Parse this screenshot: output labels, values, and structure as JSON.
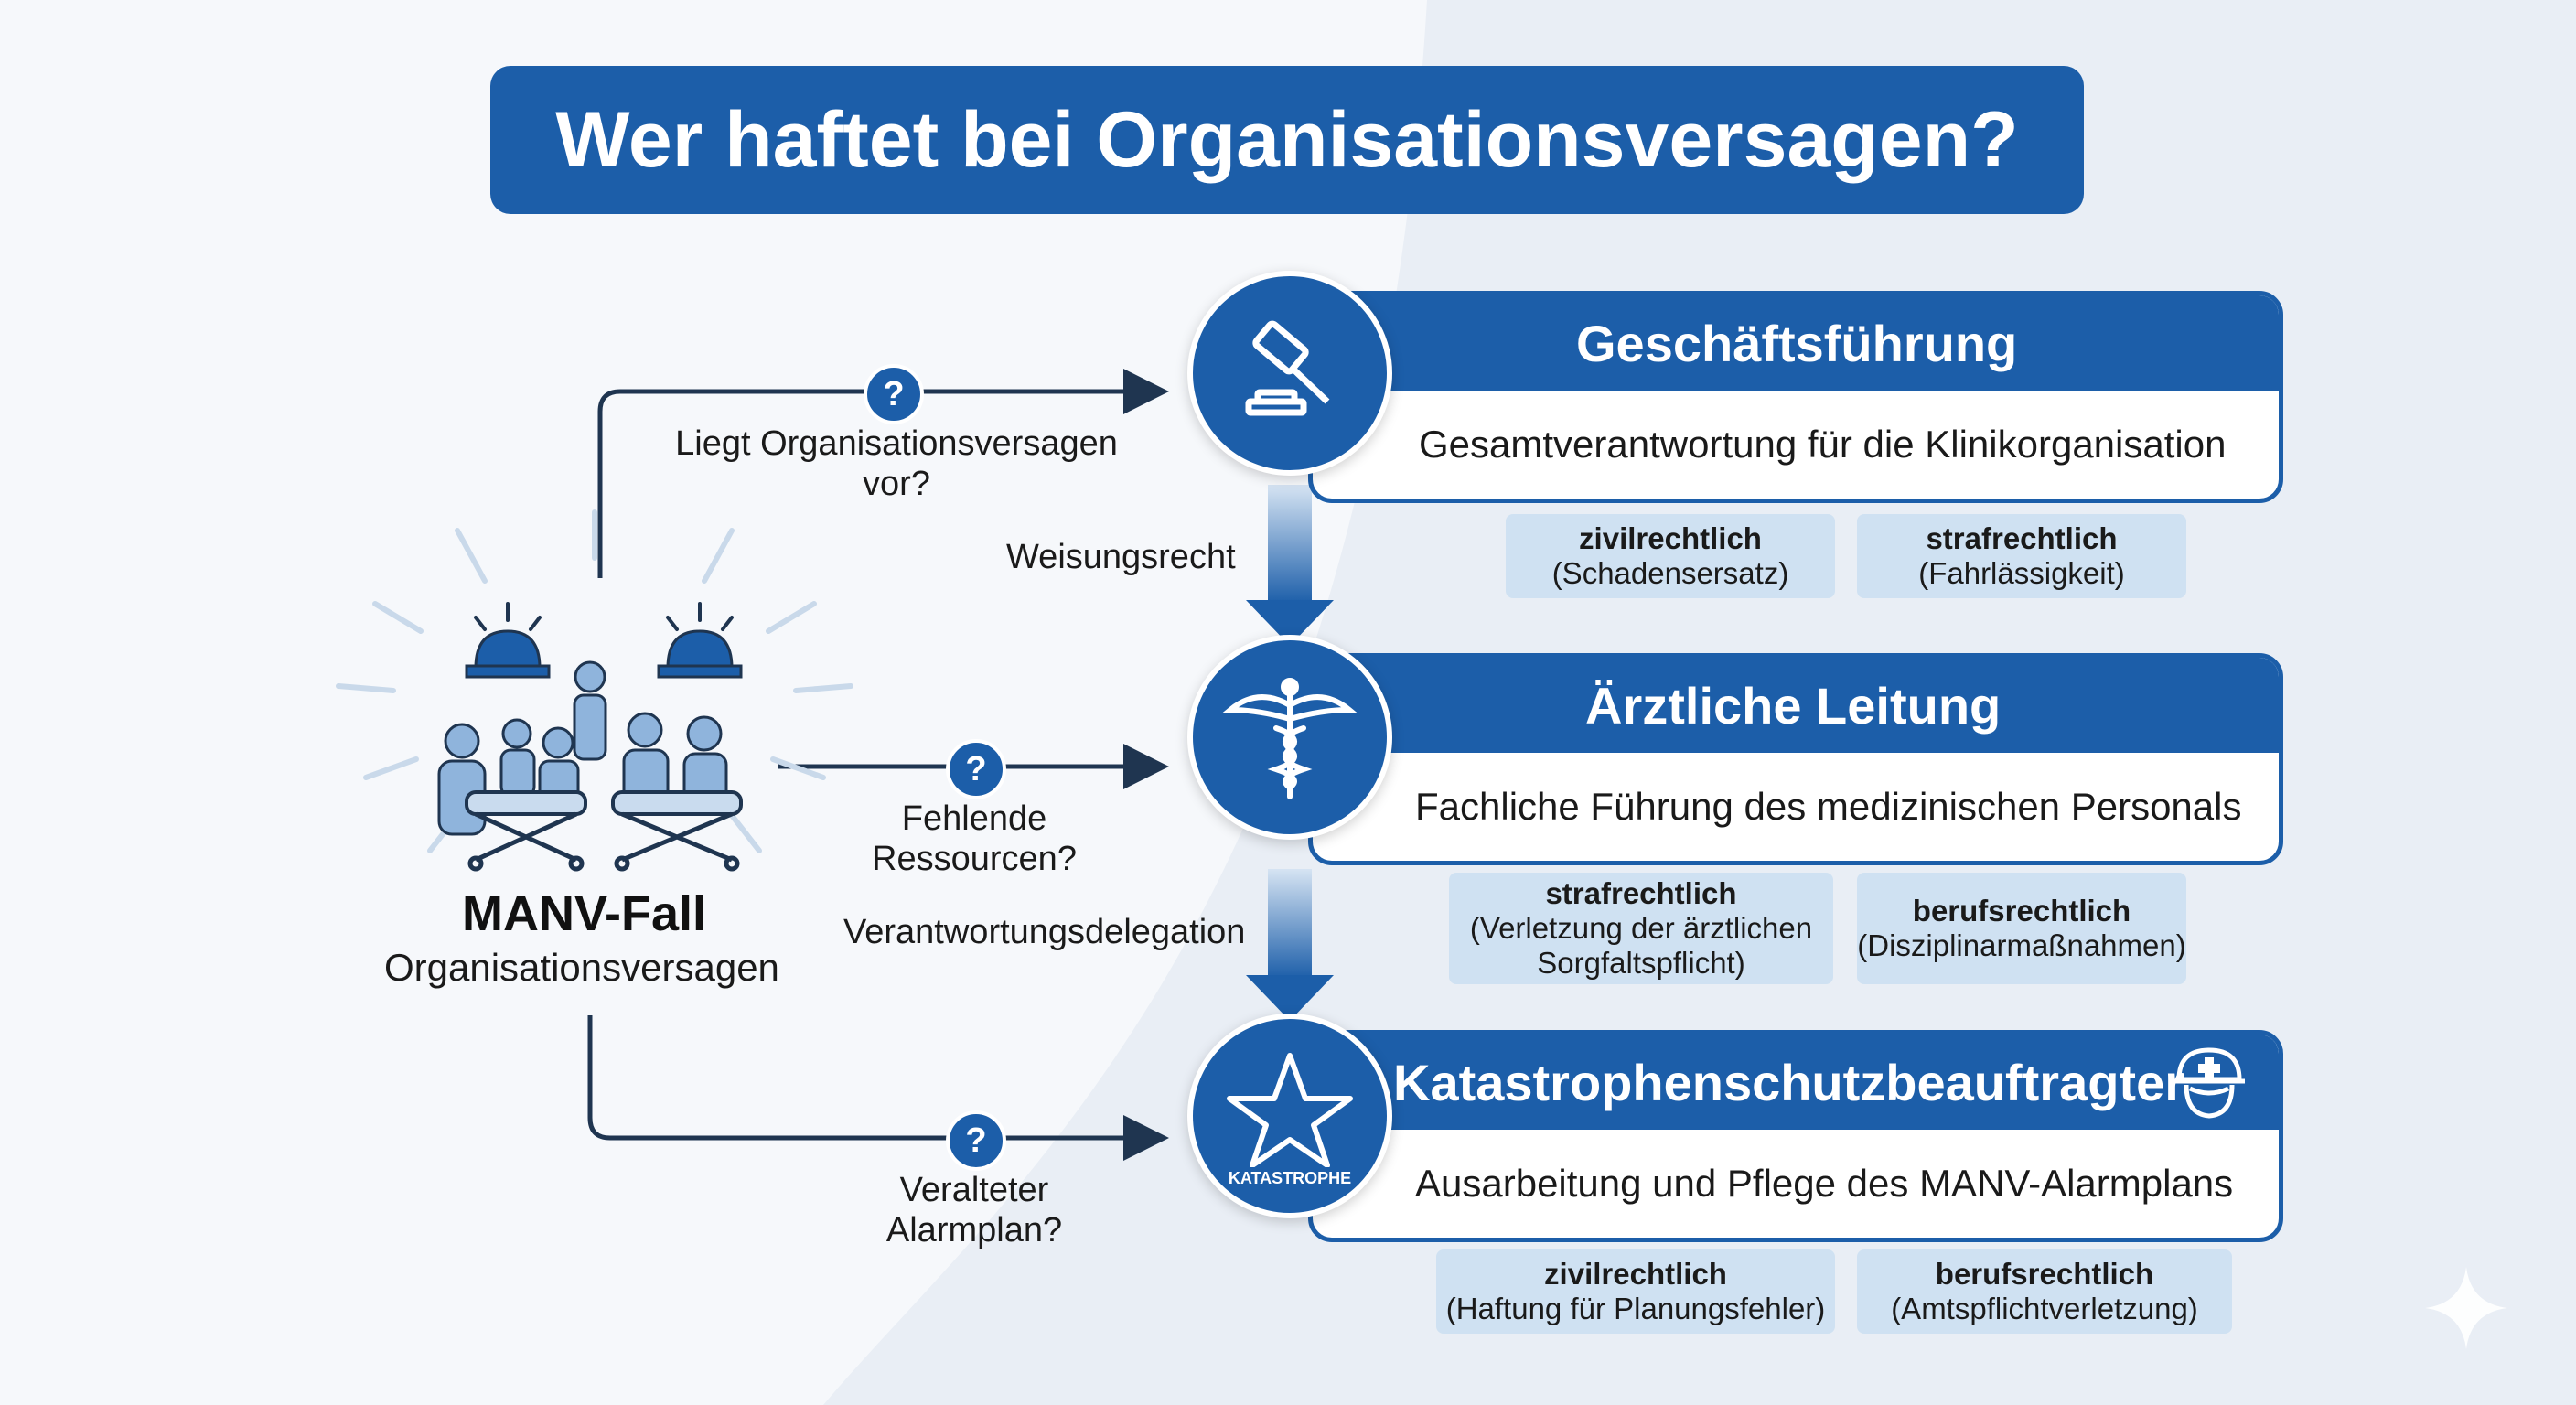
{
  "title": "Wer haftet bei Organisationsversagen?",
  "source": {
    "title": "MANV-Fall",
    "subtitle": "Organisationsversagen"
  },
  "questions": [
    {
      "symbol": "?",
      "text_line1": "Liegt Organisationsversagen",
      "text_line2": "vor?"
    },
    {
      "symbol": "?",
      "text_line1": "Fehlende",
      "text_line2": "Ressourcen?"
    },
    {
      "symbol": "?",
      "text_line1": "Veralteter",
      "text_line2": "Alarmplan?"
    }
  ],
  "delegations": [
    "Weisungsrecht",
    "Verantwortungsdelegation"
  ],
  "cards": [
    {
      "title": "Geschäftsführung",
      "description": "Gesamtverantwortung für die Klinikorganisation",
      "icon": "gavel-icon",
      "tags": [
        {
          "type": "zivilrechtlich",
          "detail": "(Schadensersatz)"
        },
        {
          "type": "strafrechtlich",
          "detail": "(Fahrlässigkeit)"
        }
      ]
    },
    {
      "title": "Ärztliche Leitung",
      "description": "Fachliche Führung des medizinischen Personals",
      "icon": "caduceus-icon",
      "tags": [
        {
          "type": "strafrechtlich",
          "detail_line1": "(Verletzung der ärztlichen",
          "detail_line2": "Sorgfaltspflicht)"
        },
        {
          "type": "berufsrechtlich",
          "detail": "(Disziplinarmaßnahmen)"
        }
      ]
    },
    {
      "title": "Katastrophenschutzbeauftragter",
      "description": "Ausarbeitung und Pflege des MANV-Alarmplans",
      "icon": "star-icon",
      "icon_caption": "KATASTROPHE",
      "tags": [
        {
          "type": "zivilrechtlich",
          "detail": "(Haftung für Planungsfehler)"
        },
        {
          "type": "berufsrechtlich",
          "detail": "(Amtspflichtverletzung)"
        }
      ]
    }
  ],
  "colors": {
    "primary": "#1c5ea9",
    "tag_bg": "#cfe1f2",
    "line": "#1f3550"
  }
}
